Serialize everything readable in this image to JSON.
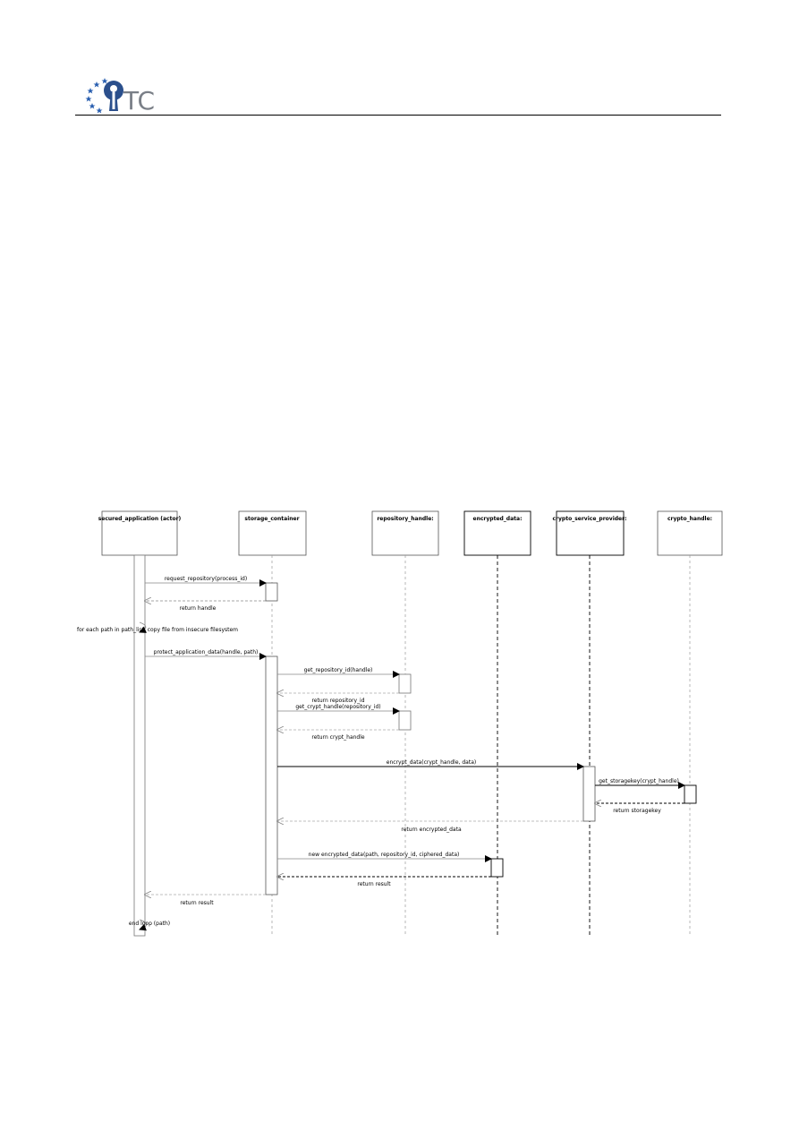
{
  "header": {
    "logo_text": "TC",
    "colors": {
      "logo_blue": "#2b4f8c",
      "logo_gray": "#7a7f87",
      "star_blue": "#2a5fb0"
    }
  },
  "diagram": {
    "participants": [
      {
        "id": "app",
        "label": "secured_application (actor)"
      },
      {
        "id": "sc",
        "label": "storage_container"
      },
      {
        "id": "rh",
        "label": "repository_handle:"
      },
      {
        "id": "ed",
        "label": "encrypted_data:"
      },
      {
        "id": "csp",
        "label": "crypto_service_provider:"
      },
      {
        "id": "ch",
        "label": "crypto_handle:"
      }
    ],
    "messages": [
      {
        "id": "m1",
        "label": "request_repository(process_id)"
      },
      {
        "id": "m2",
        "label": "return handle"
      },
      {
        "id": "m3",
        "label": "for each path in path_list, copy file from insecure filesystem"
      },
      {
        "id": "m4",
        "label": "protect_application_data(handle, path)"
      },
      {
        "id": "m5",
        "label": "get_repository_id(handle)"
      },
      {
        "id": "m6",
        "label": "return repository_id"
      },
      {
        "id": "m7",
        "label": "get_crypt_handle(repository_id)"
      },
      {
        "id": "m8",
        "label": "return crypt_handle"
      },
      {
        "id": "m9",
        "label": "encrypt_data(crypt_handle, data)"
      },
      {
        "id": "m10",
        "label": "get_storagekey(crypt_handle)"
      },
      {
        "id": "m11",
        "label": "return storagekey"
      },
      {
        "id": "m12",
        "label": "return encrypted_data"
      },
      {
        "id": "m13",
        "label": "new encrypted_data(path, repository_id, ciphered_data)"
      },
      {
        "id": "m14",
        "label": "return result"
      },
      {
        "id": "m15",
        "label": "return result"
      },
      {
        "id": "m16",
        "label": "end loop (path)"
      }
    ]
  }
}
